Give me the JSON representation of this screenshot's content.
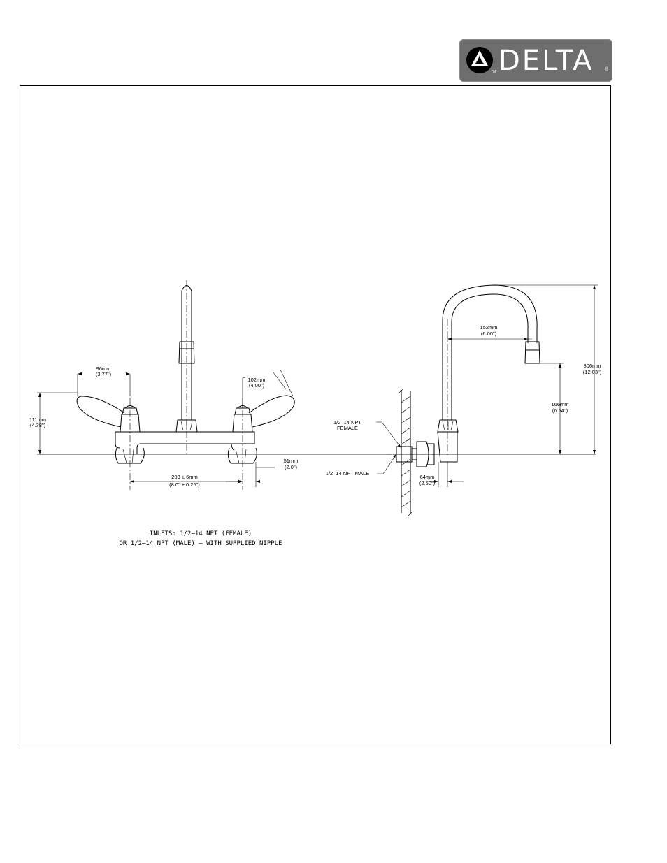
{
  "logo": {
    "brand": "DELTA",
    "trademark": "TM",
    "registered": "®",
    "bg_color": "#6e6e6e",
    "icon": "delta-triangle-icon"
  },
  "front_view": {
    "handle_reach": {
      "mm": "96mm",
      "in": "(3.77\")"
    },
    "handle_angle_len": {
      "mm": "102mm",
      "in": "(4.00\")"
    },
    "height": {
      "mm": "111mm",
      "in": "(4.38\")"
    },
    "centers": {
      "mm": "203 ± 6mm",
      "in": "(8.0\" ± 0.25\")"
    },
    "inlet_spacing": {
      "mm": "51mm",
      "in": "(2.0\")"
    }
  },
  "side_view": {
    "spout_reach": {
      "mm": "152mm",
      "in": "(6.00\")"
    },
    "total_height": {
      "mm": "306mm",
      "in": "(12.03\")"
    },
    "spout_clearance": {
      "mm": "166mm",
      "in": "(6.54\")"
    },
    "wall_depth": {
      "mm": "64mm",
      "in": "(2.50\")"
    },
    "female_label_1": "1/2–14 NPT",
    "female_label_2": "FEMALE",
    "male_label": "1/2–14 NPT MALE"
  },
  "notes": {
    "line1": "INLETS: 1/2–14 NPT (FEMALE)",
    "line2": "OR 1/2–14 NPT (MALE) – WITH SUPPLIED NIPPLE"
  }
}
